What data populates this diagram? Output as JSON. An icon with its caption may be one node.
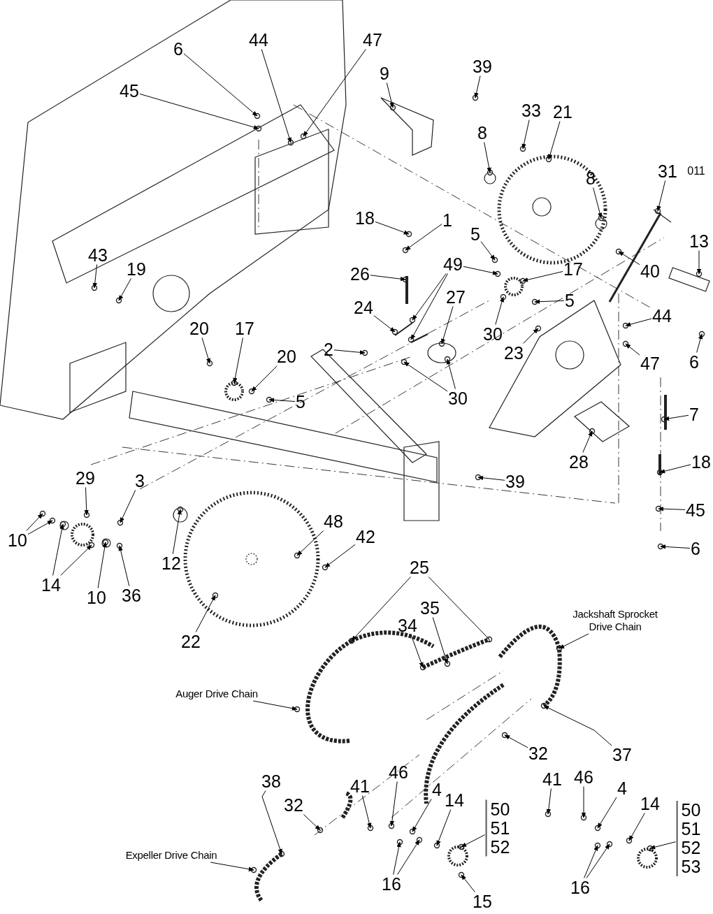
{
  "diagram": {
    "nodes": [
      {
        "text": [
          "6"
        ]
      },
      {
        "text": [
          "45"
        ]
      },
      {
        "text": [
          "44"
        ]
      },
      {
        "text": [
          "47"
        ]
      },
      {
        "text": [
          "9"
        ]
      },
      {
        "text": [
          "39"
        ]
      },
      {
        "text": [
          "33"
        ]
      },
      {
        "text": [
          "21"
        ]
      },
      {
        "text": [
          "8"
        ]
      },
      {
        "text": [
          "31"
        ]
      },
      {
        "text": [
          "011"
        ]
      },
      {
        "text": [
          "8"
        ]
      },
      {
        "text": [
          "18"
        ]
      },
      {
        "text": [
          "1"
        ]
      },
      {
        "text": [
          "40"
        ]
      },
      {
        "text": [
          "5"
        ]
      },
      {
        "text": [
          "49"
        ]
      },
      {
        "text": [
          "13"
        ]
      },
      {
        "text": [
          "26"
        ]
      },
      {
        "text": [
          "43"
        ]
      },
      {
        "text": [
          "19"
        ]
      },
      {
        "text": [
          "17"
        ]
      },
      {
        "text": [
          "5"
        ]
      },
      {
        "text": [
          "24"
        ]
      },
      {
        "text": [
          "27"
        ]
      },
      {
        "text": [
          "30"
        ]
      },
      {
        "text": [
          "44"
        ]
      },
      {
        "text": [
          "2"
        ]
      },
      {
        "text": [
          "20"
        ]
      },
      {
        "text": [
          "17"
        ]
      },
      {
        "text": [
          "23"
        ]
      },
      {
        "text": [
          "47"
        ]
      },
      {
        "text": [
          "6"
        ]
      },
      {
        "text": [
          "20"
        ]
      },
      {
        "text": [
          "5"
        ]
      },
      {
        "text": [
          "30"
        ]
      },
      {
        "text": [
          "7"
        ]
      },
      {
        "text": [
          "28"
        ]
      },
      {
        "text": [
          "18"
        ]
      },
      {
        "text": [
          "39"
        ]
      },
      {
        "text": [
          "29"
        ]
      },
      {
        "text": [
          "3"
        ]
      },
      {
        "text": [
          "45"
        ]
      },
      {
        "text": [
          "10"
        ]
      },
      {
        "text": [
          "48"
        ]
      },
      {
        "text": [
          "42"
        ]
      },
      {
        "text": [
          "6"
        ]
      },
      {
        "text": [
          "12"
        ]
      },
      {
        "text": [
          "14"
        ]
      },
      {
        "text": [
          "10"
        ]
      },
      {
        "text": [
          "36"
        ]
      },
      {
        "text": [
          "25"
        ]
      },
      {
        "text": [
          "22"
        ]
      },
      {
        "text": [
          "34"
        ]
      },
      {
        "text": [
          "35"
        ]
      },
      {
        "text": [
          "Jackshaft Sprocket Drive Chain"
        ]
      },
      {
        "text": [
          "Auger Drive Chain"
        ]
      },
      {
        "text": [
          "32"
        ]
      },
      {
        "text": [
          "37"
        ]
      },
      {
        "text": [
          "38"
        ]
      },
      {
        "text": [
          "32"
        ]
      },
      {
        "text": [
          "41"
        ]
      },
      {
        "text": [
          "46"
        ]
      },
      {
        "text": [
          "41"
        ]
      },
      {
        "text": [
          "46"
        ]
      },
      {
        "text": [
          "4"
        ]
      },
      {
        "text": [
          "4"
        ]
      },
      {
        "text": [
          "14"
        ]
      },
      {
        "text": [
          "14"
        ]
      },
      {
        "text": [
          "50",
          "51",
          "52"
        ]
      },
      {
        "text": [
          "50",
          "51",
          "52",
          "53"
        ]
      },
      {
        "text": [
          "Expeller Drive Chain"
        ]
      },
      {
        "text": [
          "16"
        ]
      },
      {
        "text": [
          "16"
        ]
      },
      {
        "text": [
          "15"
        ]
      }
    ],
    "edges": [
      {
        "from": 0,
        "to": null,
        "arrow": "to"
      },
      {
        "from": 1,
        "to": null,
        "arrow": "to"
      },
      {
        "from": 2,
        "to": null,
        "arrow": "to"
      },
      {
        "from": 3,
        "to": null,
        "arrow": "to"
      },
      {
        "from": 4,
        "to": null,
        "arrow": "to"
      },
      {
        "from": 5,
        "to": null,
        "arrow": "to"
      },
      {
        "from": 6,
        "to": null,
        "arrow": "to"
      },
      {
        "from": 7,
        "to": null,
        "arrow": "to"
      },
      {
        "from": 8,
        "to": null,
        "arrow": "to"
      },
      {
        "from": 9,
        "to": null,
        "arrow": "to"
      },
      {
        "from": 11,
        "to": null,
        "arrow": "to"
      },
      {
        "from": 12,
        "to": null,
        "arrow": "to"
      },
      {
        "from": 13,
        "to": null,
        "arrow": "to"
      },
      {
        "from": 14,
        "to": null,
        "arrow": "to"
      },
      {
        "from": 15,
        "to": null,
        "arrow": "to"
      },
      {
        "from": 16,
        "to": null,
        "arrow": "to"
      },
      {
        "from": 16,
        "to": null,
        "arrow": "to"
      },
      {
        "from": 16,
        "to": null,
        "arrow": "to"
      },
      {
        "from": 17,
        "to": null,
        "arrow": "to"
      },
      {
        "from": 18,
        "to": null,
        "arrow": "to"
      },
      {
        "from": 19,
        "to": null,
        "arrow": "to"
      },
      {
        "from": 20,
        "to": null,
        "arrow": "to"
      },
      {
        "from": 21,
        "to": null,
        "arrow": "to"
      },
      {
        "from": 22,
        "to": null,
        "arrow": "to"
      },
      {
        "from": 23,
        "to": null,
        "arrow": "to"
      },
      {
        "from": 24,
        "to": null,
        "arrow": "to"
      },
      {
        "from": 25,
        "to": null,
        "arrow": "to"
      },
      {
        "from": 26,
        "to": null,
        "arrow": "to"
      },
      {
        "from": 27,
        "to": null,
        "arrow": "to"
      },
      {
        "from": 28,
        "to": null,
        "arrow": "to"
      },
      {
        "from": 29,
        "to": null,
        "arrow": "to"
      },
      {
        "from": 30,
        "to": null,
        "arrow": "to"
      },
      {
        "from": 31,
        "to": null,
        "arrow": "to"
      },
      {
        "from": 32,
        "to": null,
        "arrow": "to"
      },
      {
        "from": 33,
        "to": null,
        "arrow": "to"
      },
      {
        "from": 34,
        "to": null,
        "arrow": "to"
      },
      {
        "from": 35,
        "to": null,
        "arrow": "to"
      },
      {
        "from": 35,
        "to": null,
        "arrow": "to"
      },
      {
        "from": 36,
        "to": null,
        "arrow": "to"
      },
      {
        "from": 37,
        "to": null,
        "arrow": "to"
      },
      {
        "from": 38,
        "to": null,
        "arrow": "to"
      },
      {
        "from": 39,
        "to": null,
        "arrow": "to"
      },
      {
        "from": 40,
        "to": null,
        "arrow": "to"
      },
      {
        "from": 41,
        "to": null,
        "arrow": "to"
      },
      {
        "from": 42,
        "to": null,
        "arrow": "to"
      },
      {
        "from": 43,
        "to": null,
        "arrow": "to"
      },
      {
        "from": 43,
        "to": null,
        "arrow": "to"
      },
      {
        "from": 44,
        "to": null,
        "arrow": "to"
      },
      {
        "from": 45,
        "to": null,
        "arrow": "to"
      },
      {
        "from": 46,
        "to": null,
        "arrow": "to"
      },
      {
        "from": 47,
        "to": null,
        "arrow": "to"
      },
      {
        "from": 48,
        "to": null,
        "arrow": "to"
      },
      {
        "from": 48,
        "to": null,
        "arrow": "to"
      },
      {
        "from": 49,
        "to": null,
        "arrow": "to"
      },
      {
        "from": 50,
        "to": null,
        "arrow": "to"
      },
      {
        "from": 51,
        "to": null,
        "arrow": "to"
      },
      {
        "from": 51,
        "to": null,
        "arrow": "none"
      },
      {
        "from": 52,
        "to": null,
        "arrow": "to"
      },
      {
        "from": 53,
        "to": null,
        "arrow": "to"
      },
      {
        "from": 54,
        "to": null,
        "arrow": "to"
      },
      {
        "from": 55,
        "to": null,
        "arrow": "to"
      },
      {
        "from": 56,
        "to": null,
        "arrow": "to"
      },
      {
        "from": 57,
        "to": null,
        "arrow": "to"
      },
      {
        "from": 58,
        "to": null,
        "arrow": "to"
      },
      {
        "from": 59,
        "to": null,
        "arrow": "to"
      },
      {
        "from": 60,
        "to": null,
        "arrow": "to"
      },
      {
        "from": 61,
        "to": null,
        "arrow": "to"
      },
      {
        "from": 62,
        "to": null,
        "arrow": "to"
      },
      {
        "from": 63,
        "to": null,
        "arrow": "to"
      },
      {
        "from": 64,
        "to": null,
        "arrow": "to"
      },
      {
        "from": 65,
        "to": null,
        "arrow": "to"
      },
      {
        "from": 66,
        "to": null,
        "arrow": "to"
      },
      {
        "from": 67,
        "to": null,
        "arrow": "to"
      },
      {
        "from": 68,
        "to": null,
        "arrow": "to"
      },
      {
        "from": 69,
        "to": null,
        "arrow": "to"
      },
      {
        "from": 70,
        "to": null,
        "arrow": "to"
      },
      {
        "from": 71,
        "to": null,
        "arrow": "to"
      },
      {
        "from": 72,
        "to": null,
        "arrow": "to"
      },
      {
        "from": 72,
        "to": null,
        "arrow": "to"
      },
      {
        "from": 73,
        "to": null,
        "arrow": "to"
      },
      {
        "from": 73,
        "to": null,
        "arrow": "to"
      },
      {
        "from": 74,
        "to": null,
        "arrow": "to"
      }
    ]
  }
}
